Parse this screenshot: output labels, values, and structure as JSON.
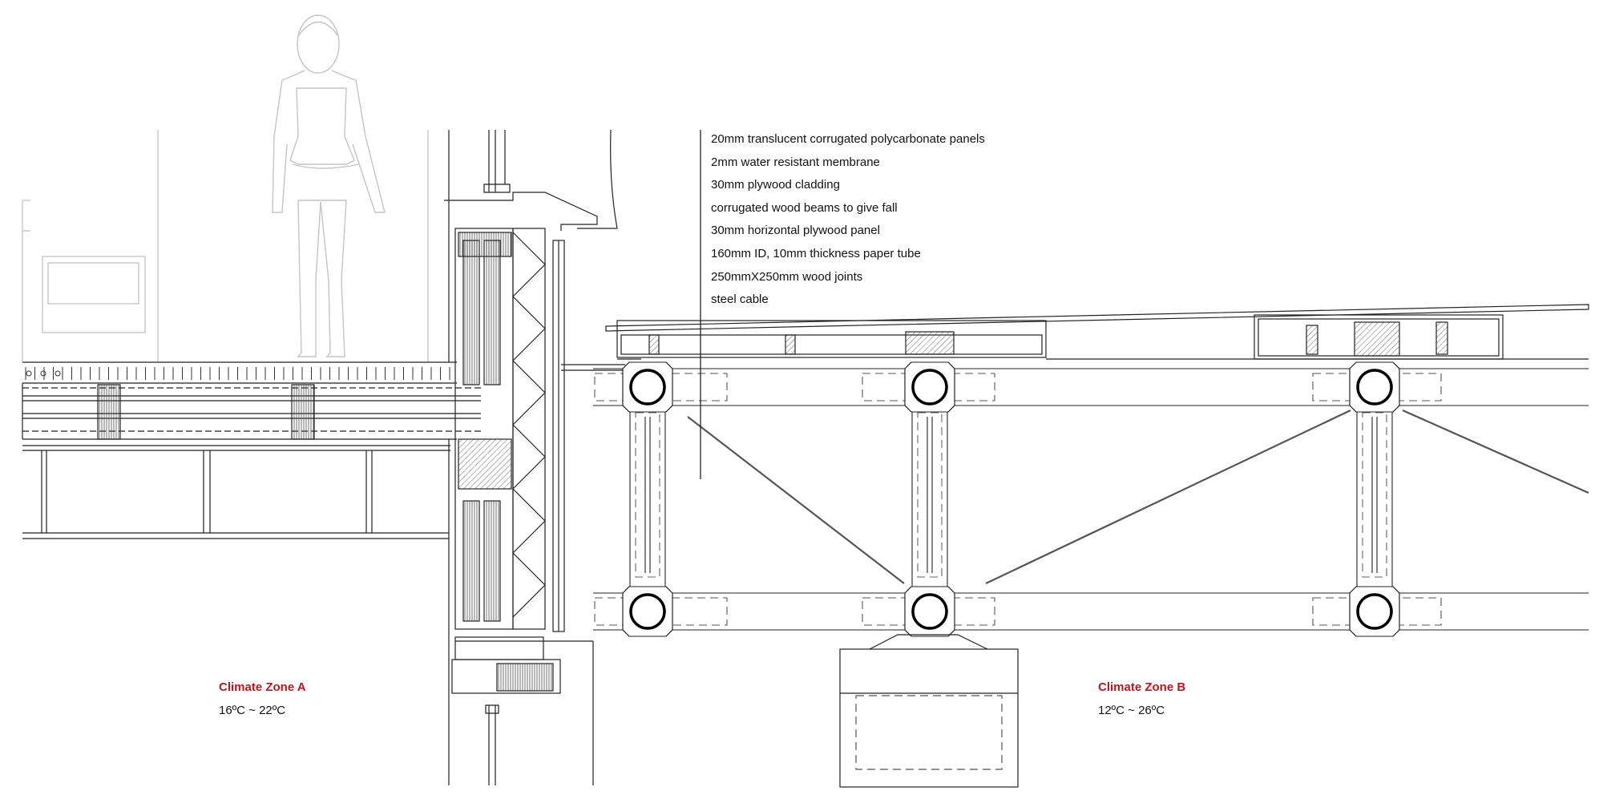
{
  "annotations": [
    "20mm translucent corrugated polycarbonate panels",
    "2mm water resistant membrane",
    "30mm plywood cladding",
    "corrugated wood beams to give fall",
    "30mm horizontal plywood panel",
    "160mm ID, 10mm thickness paper tube",
    "250mmX250mm wood joints",
    "steel cable"
  ],
  "zones": {
    "a": {
      "title": "Climate Zone A",
      "range": "16ºC ~ 22ºC"
    },
    "b": {
      "title": "Climate Zone B",
      "range": "12ºC ~ 26ºC"
    }
  },
  "colors": {
    "zone_title": "#c0141c",
    "line": "#222222",
    "ghost": "#bbbbbb"
  }
}
